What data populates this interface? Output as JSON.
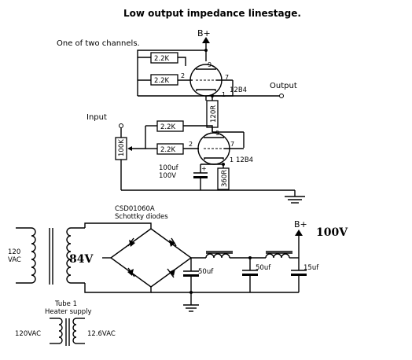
{
  "title": "Low output impedance linestage.",
  "subtitle": "One of two channels.",
  "labels": {
    "bplus_top": "B+",
    "output": "Output",
    "input": "Input",
    "r_fb_top": "2.2K",
    "r_grid_top": "2.2K",
    "r_fb_bot": "2.2K",
    "r_grid_bot": "2.2K",
    "r_plate": "120R",
    "r_pot": "100K",
    "r_cathode": "360R",
    "cap_cathode_val": "100uf",
    "cap_cathode_v": "100V",
    "tube_top": "12B4",
    "tube_bot": "12B4",
    "pin9": "9",
    "pin2": "2",
    "pin7": "7",
    "pin1": "1",
    "diode_part": "CSD01060A",
    "diode_desc": "Schottky diodes",
    "bplus_ps": "B+",
    "v_ps": "100V",
    "primary_v": "120",
    "primary_unit": "VAC",
    "secondary_v": "84V",
    "cap1": "50uf",
    "cap2": "50uf",
    "cap3": "15uf",
    "heater_title": "Tube 1",
    "heater_sub": "Heater supply",
    "heater_in": "120VAC",
    "heater_out": "12.6VAC"
  }
}
